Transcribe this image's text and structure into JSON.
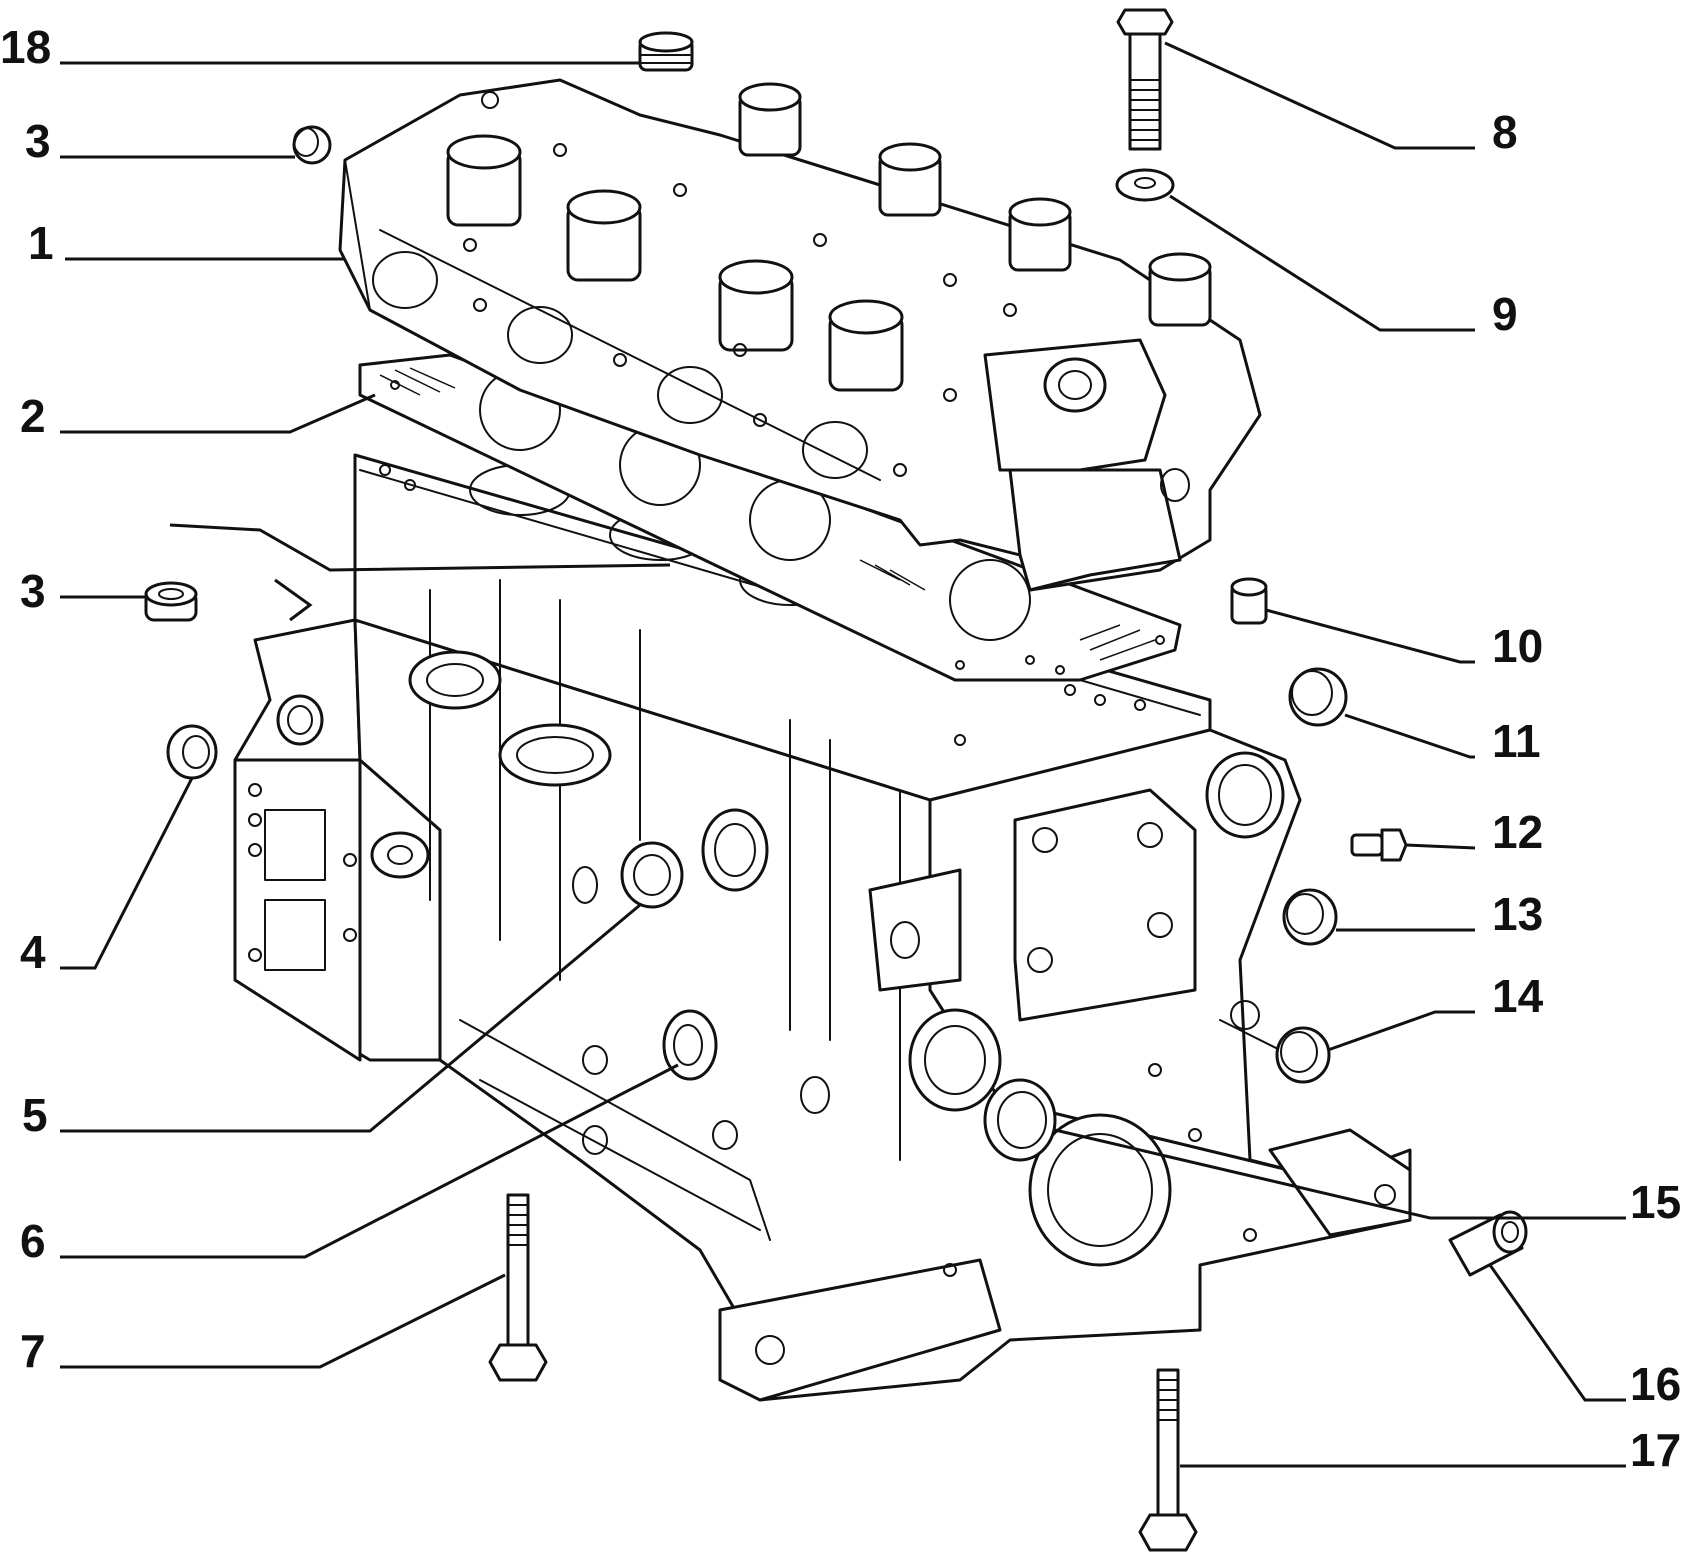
{
  "callouts": [
    {
      "id": "c18",
      "label": "18"
    },
    {
      "id": "c3a",
      "label": "3"
    },
    {
      "id": "c1",
      "label": "1"
    },
    {
      "id": "c2",
      "label": "2"
    },
    {
      "id": "c3b",
      "label": "3"
    },
    {
      "id": "c4",
      "label": "4"
    },
    {
      "id": "c5",
      "label": "5"
    },
    {
      "id": "c6",
      "label": "6"
    },
    {
      "id": "c7",
      "label": "7"
    },
    {
      "id": "c8",
      "label": "8"
    },
    {
      "id": "c9",
      "label": "9"
    },
    {
      "id": "c10",
      "label": "10"
    },
    {
      "id": "c11",
      "label": "11"
    },
    {
      "id": "c12",
      "label": "12"
    },
    {
      "id": "c13",
      "label": "13"
    },
    {
      "id": "c14",
      "label": "14"
    },
    {
      "id": "c15",
      "label": "15"
    },
    {
      "id": "c16",
      "label": "16"
    },
    {
      "id": "c17",
      "label": "17"
    }
  ]
}
